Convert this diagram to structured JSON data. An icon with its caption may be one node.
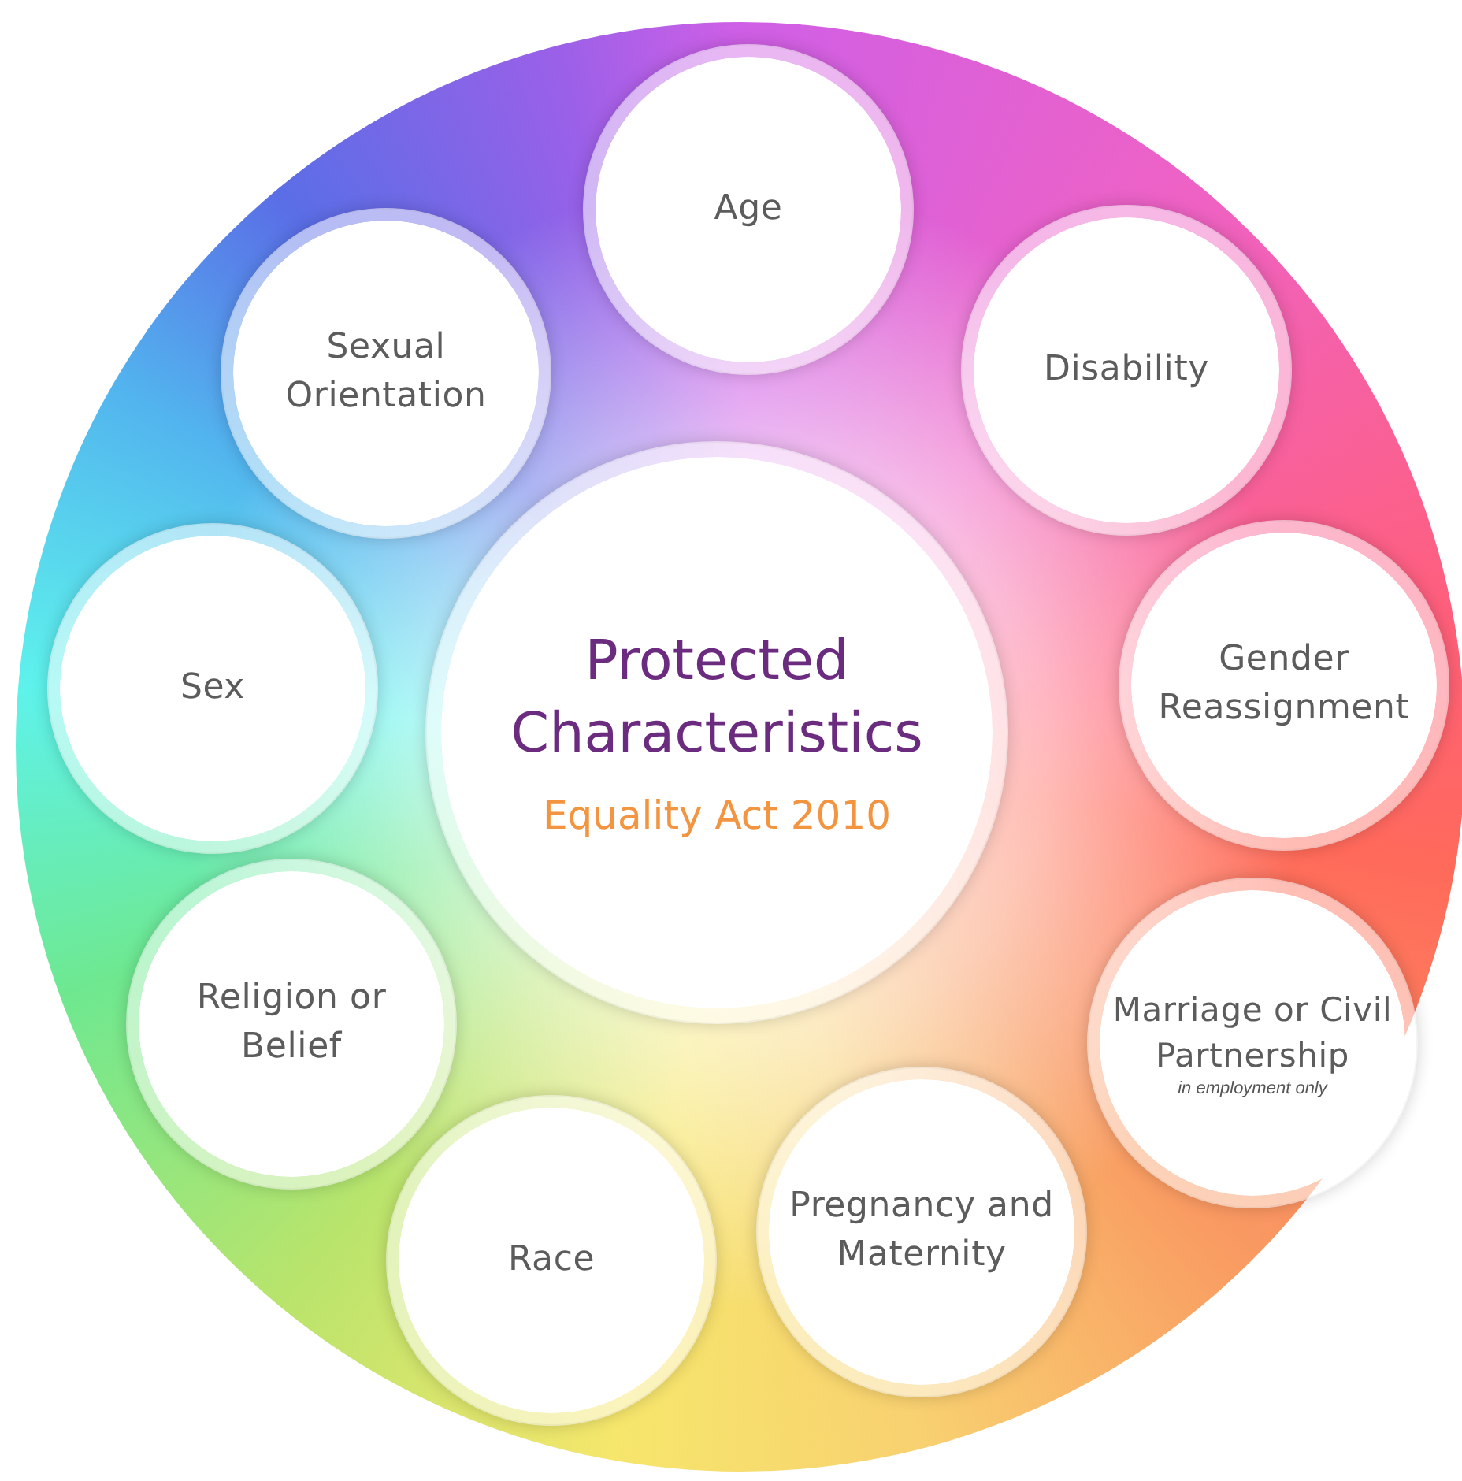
{
  "diagram": {
    "nodes": [
      {
        "text": [
          "Protected Characteristics",
          "Equality Act 2010"
        ]
      },
      {
        "text": [
          "Age"
        ]
      },
      {
        "text": [
          "Disability"
        ]
      },
      {
        "text": [
          "Gender Reassignment"
        ]
      },
      {
        "text": [
          "Marriage or Civil Partnership",
          "in employment only"
        ]
      },
      {
        "text": [
          "Pregnancy and Maternity"
        ]
      },
      {
        "text": [
          "Race"
        ]
      },
      {
        "text": [
          "Religion or Belief"
        ]
      },
      {
        "text": [
          "Sex"
        ]
      },
      {
        "text": [
          "Sexual Orientation"
        ]
      }
    ]
  }
}
